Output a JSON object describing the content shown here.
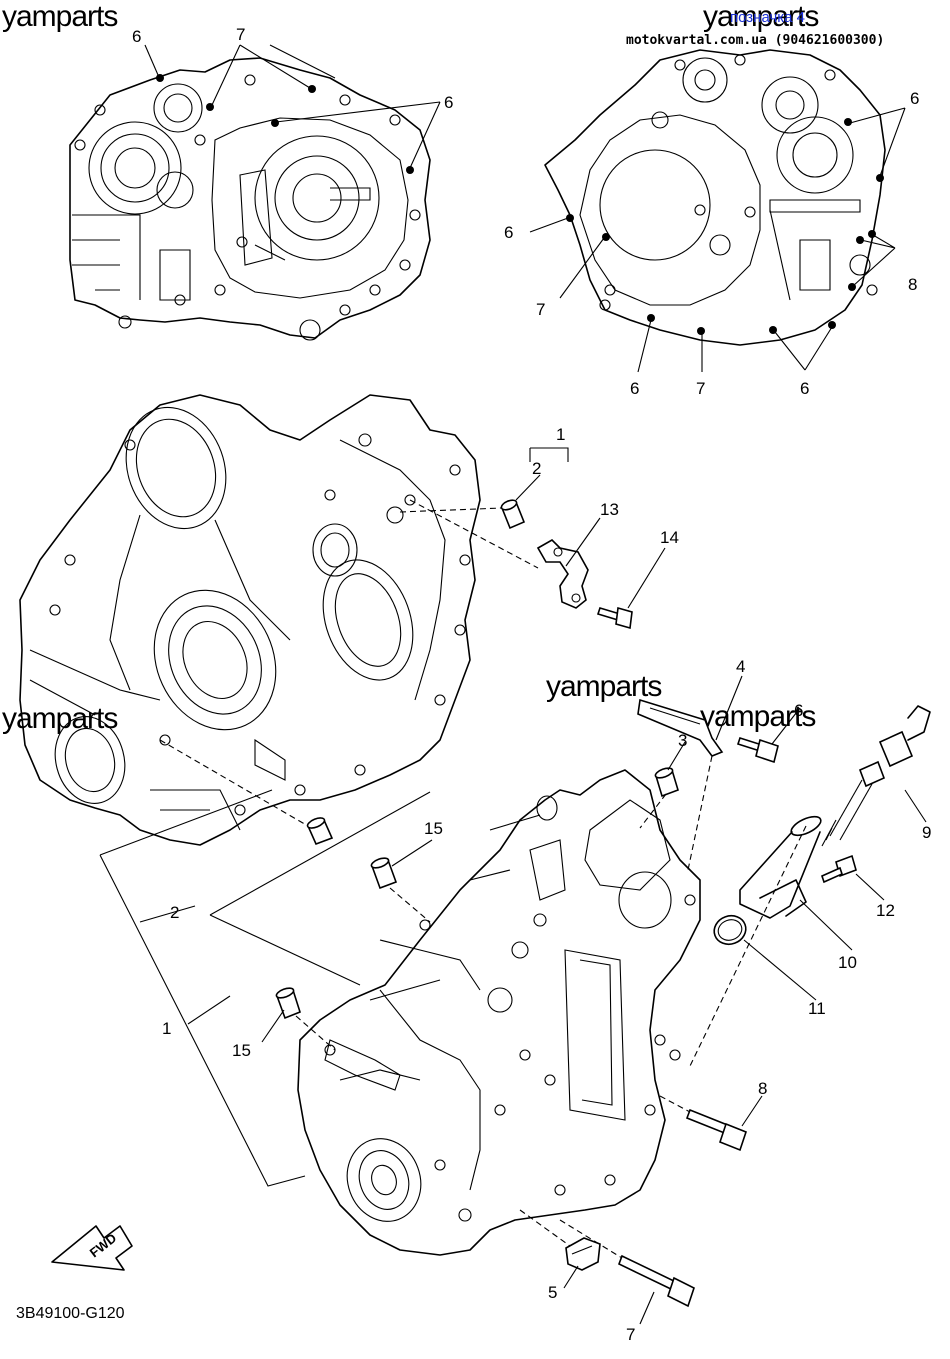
{
  "watermark": "yamparts",
  "header": {
    "tag": "позначка 4",
    "site": "motokvartal.com.ua (904621600300)"
  },
  "diagram_code": "3B49100-G120",
  "fwd_label": "FWD",
  "callouts": {
    "c1": "1",
    "c2": "2",
    "c3": "3",
    "c4": "4",
    "c5": "5",
    "c6": "6",
    "c7": "7",
    "c8": "8",
    "c9": "9",
    "c10": "10",
    "c11": "11",
    "c12": "12",
    "c13": "13",
    "c14": "14",
    "c15": "15"
  }
}
